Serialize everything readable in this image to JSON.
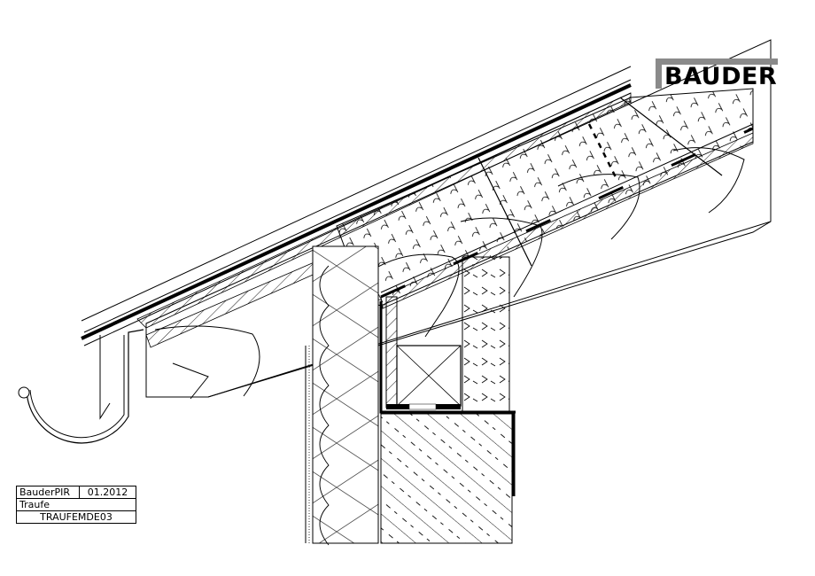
{
  "logo": {
    "brand": "BAUDER",
    "bar_color": "#8a8a8a"
  },
  "title_block": {
    "product": "BauderPIR",
    "date": "01.2012",
    "subject": "Traufe",
    "drawing_id": "TRAUFEMDE03"
  },
  "drawing": {
    "type": "construction-detail",
    "description": "Eave detail: pitched roof with PIR insulation over rafters, gutter, insulated wall, wall plate and masonry",
    "components": [
      {
        "name": "roof-covering",
        "icon": "roof-membrane"
      },
      {
        "name": "pir-insulation",
        "icon": "insulation-hatch"
      },
      {
        "name": "rafter",
        "icon": "timber-grain"
      },
      {
        "name": "gutter",
        "icon": "half-round-gutter"
      },
      {
        "name": "wall-insulation",
        "icon": "soft-insulation"
      },
      {
        "name": "wall-plate",
        "icon": "timber-cross"
      },
      {
        "name": "masonry-wall",
        "icon": "concrete-hatch"
      }
    ],
    "line_color": "#000000",
    "background": "#ffffff"
  }
}
